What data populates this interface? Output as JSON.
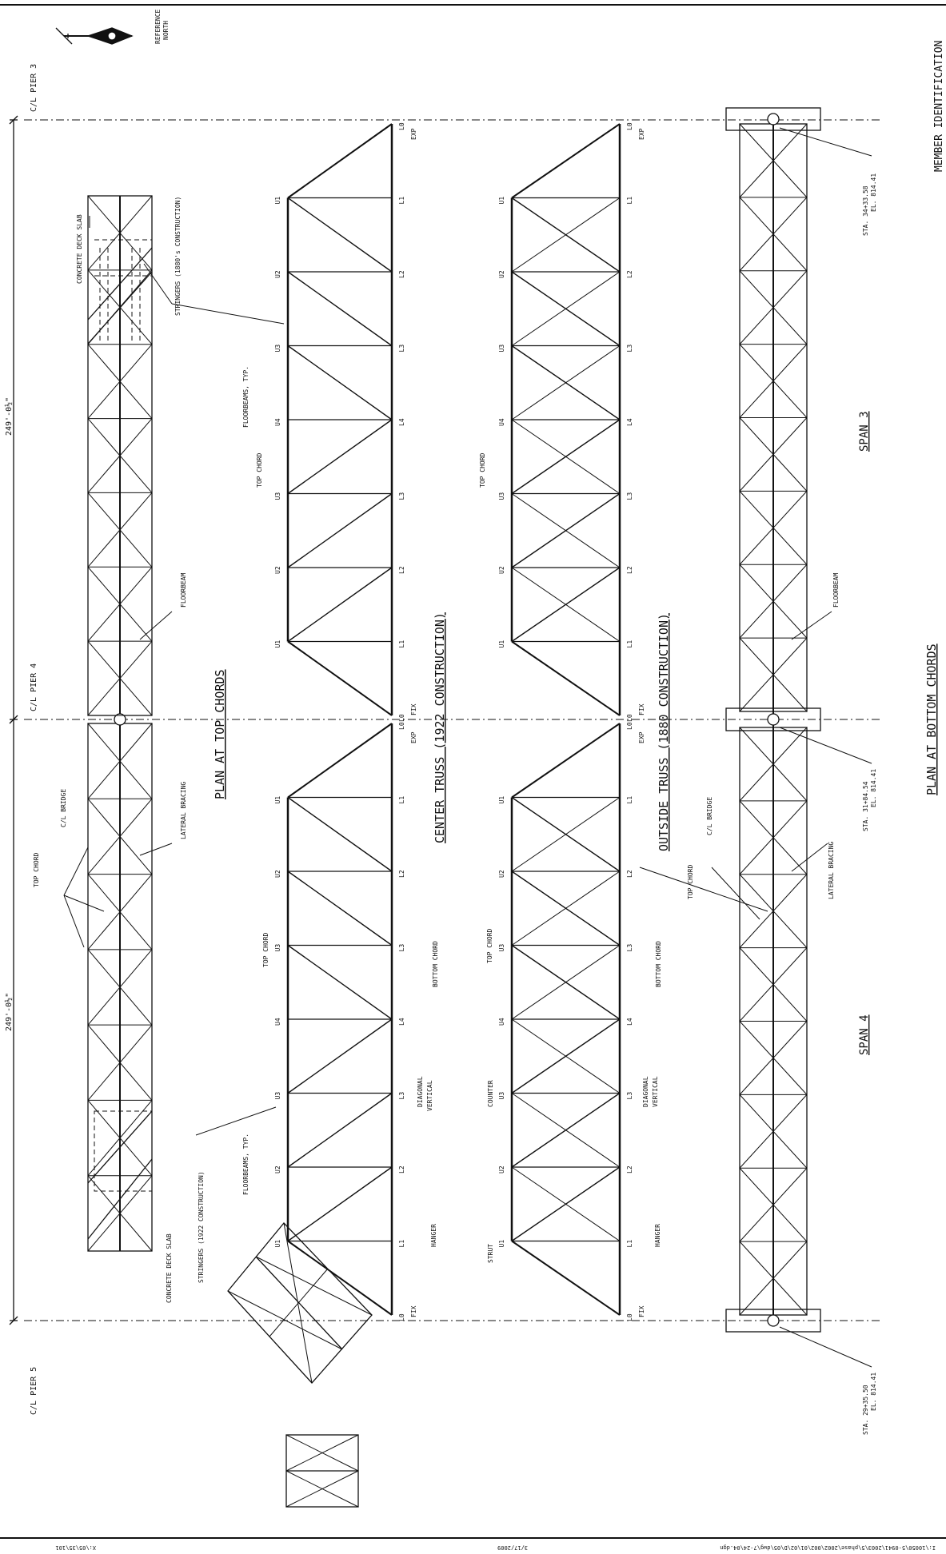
{
  "sheet_title": "MEMBER IDENTIFICATION",
  "north": {
    "label_1": "REFERENCE",
    "label_2": "NORTH"
  },
  "dimensions": {
    "span3": "249'-0½\"",
    "span4": "249'-0½\""
  },
  "piers": {
    "pier3": "C/L PIER 3",
    "pier4": "C/L PIER 4",
    "pier5": "C/L PIER 5"
  },
  "plan_top": {
    "title": "PLAN AT TOP CHORDS",
    "labels": {
      "concrete_deck_slab_a": "CONCRETE DECK SLAB",
      "stringers_1880": "STRINGERS (1880's CONSTRUCTION)",
      "floorbeam": "FLOORBEAM",
      "lateral_bracing": "LATERAL BRACING",
      "cl_bridge": "C/L BRIDGE",
      "top_chord": "TOP CHORD",
      "stringers_1922": "STRINGERS (1922 CONSTRUCTION)",
      "concrete_deck_slab_b": "CONCRETE DECK SLAB"
    }
  },
  "center_truss": {
    "title": "CENTER TRUSS (1922 CONSTRUCTION)",
    "labels": {
      "floorbeams_a": "FLOORBEAMS, TYP.",
      "top_chord_a": "TOP CHORD",
      "top_chord_b": "TOP CHORD",
      "bottom_chord": "BOTTOM CHORD",
      "diagonal": "DIAGONAL",
      "vertical": "VERTICAL",
      "hanger": "HANGER",
      "floorbeams_b": "FLOORBEAMS, TYP."
    }
  },
  "outside_truss": {
    "title": "OUTSIDE TRUSS (1880 CONSTRUCTION)",
    "labels": {
      "top_chord_a": "TOP CHORD",
      "top_chord_b": "TOP CHORD",
      "bottom_chord": "BOTTOM CHORD",
      "counter": "COUNTER",
      "diagonal": "DIAGONAL",
      "vertical": "VERTICAL",
      "hanger": "HANGER",
      "strut": "STRUT"
    }
  },
  "truss_nodes": {
    "upper": [
      "U1",
      "U2",
      "U3",
      "U4",
      "U3",
      "U2",
      "U1"
    ],
    "lower": [
      "L0",
      "L1",
      "L2",
      "L3",
      "L4",
      "L3",
      "L2",
      "L1",
      "L0"
    ],
    "span3_support_a": "EXP",
    "span3_support_b": "FIX",
    "span4_support_a": "EXP",
    "span4_support_b": "FIX"
  },
  "plan_bottom": {
    "title": "PLAN AT BOTTOM CHORDS",
    "span3": "SPAN 3",
    "span4": "SPAN 4",
    "floorbeam": "FLOORBEAM",
    "cl_bridge": "C/L BRIDGE",
    "lateral_bracing": "LATERAL BRACING",
    "top_chord": "TOP CHORD",
    "sta_a_1": "STA. 34+33.58",
    "sta_a_2": "EL. 814.41",
    "sta_b_1": "STA. 31+84.54",
    "sta_b_2": "EL. 814.41",
    "sta_c_1": "STA. 29+35.50",
    "sta_c_2": "EL. 814.41"
  },
  "footer": {
    "left": "X:\\05\\35\\101",
    "center": "3/17/2009",
    "right": "I:\\10050\\5-0941\\2003\\5\\phase\\2002\\002\\01\\02\\D\\05\\dwg\\7-24\\04.dgn"
  }
}
